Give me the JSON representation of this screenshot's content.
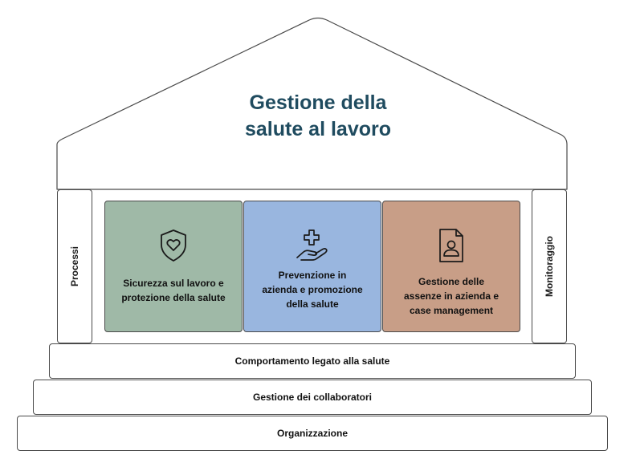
{
  "roof": {
    "title_line1": "Gestione della",
    "title_line2": "salute al lavoro",
    "title_color": "#1f4b5f"
  },
  "columns": {
    "left": "Processi",
    "right": "Monitoraggio"
  },
  "pillars": [
    {
      "icon": "shield-heart-icon",
      "color": "#9fb9a7",
      "lines": [
        "Sicurezza sul lavoro e",
        "protezione della salute"
      ]
    },
    {
      "icon": "hand-plus-icon",
      "color": "#99b6df",
      "lines": [
        "Prevenzione in",
        "azienda e promozione",
        "della salute"
      ]
    },
    {
      "icon": "document-person-icon",
      "color": "#c89e87",
      "lines": [
        "Gestione delle",
        "assenze in azienda e",
        "case management"
      ]
    }
  ],
  "foundation": [
    "Comportamento legato alla salute",
    "Gestione dei collaboratori",
    "Organizzazione"
  ]
}
